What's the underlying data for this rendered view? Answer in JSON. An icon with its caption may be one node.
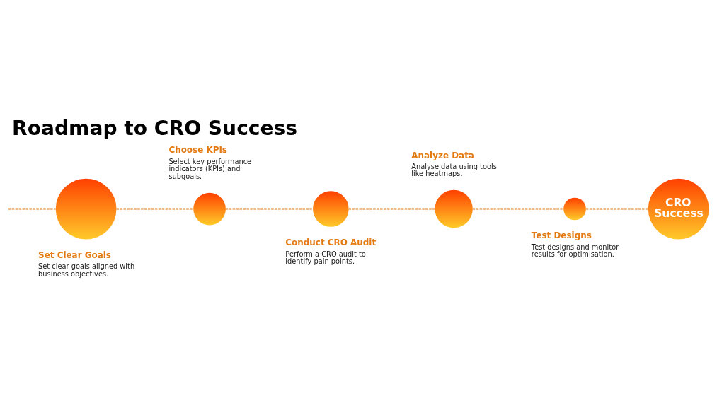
{
  "diagram": {
    "title": "Roadmap to CRO Success",
    "nodes": [
      {
        "text": [],
        "shape": "circle",
        "beside": [
          "Set Clear Goals",
          "Set clear goals aligned with business objectives."
        ]
      },
      {
        "text": [],
        "shape": "circle",
        "beside": [
          "Choose KPIs",
          "Select key performance indicators (KPIs) and subgoals."
        ]
      },
      {
        "text": [],
        "shape": "circle",
        "beside": [
          "Conduct CRO Audit",
          "Perform a CRO audit to identify pain points."
        ]
      },
      {
        "text": [],
        "shape": "circle",
        "beside": [
          "Analyze Data",
          "Analyse data using tools like heatmaps."
        ]
      },
      {
        "text": [],
        "shape": "circle",
        "beside": [
          "Test Designs",
          "Test designs and monitor results for optimisation."
        ]
      },
      {
        "text": [
          "CRO Success"
        ]
      }
    ],
    "edges": [
      {
        "from": null,
        "to": 0,
        "arrow": "none",
        "style": "dashed"
      },
      {
        "from": 0,
        "to": 1,
        "arrow": "none",
        "style": "dashed"
      },
      {
        "from": 1,
        "to": 2,
        "arrow": "none",
        "style": "dashed"
      },
      {
        "from": 2,
        "to": 3,
        "arrow": "none",
        "style": "dashed"
      },
      {
        "from": 3,
        "to": 4,
        "arrow": "none",
        "style": "dashed"
      },
      {
        "from": 4,
        "to": 5,
        "arrow": "none",
        "style": "dashed"
      }
    ]
  }
}
